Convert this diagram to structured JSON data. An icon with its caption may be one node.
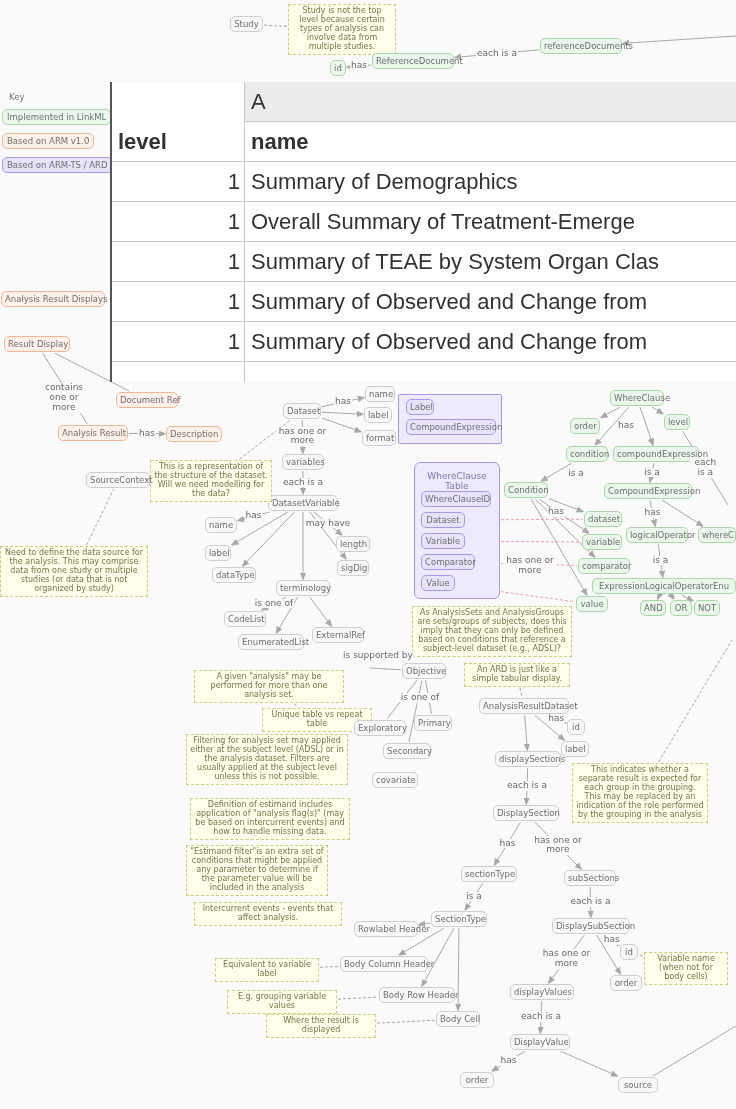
{
  "diagram": {
    "nodes": [
      {
        "text": [
          "Study"
        ]
      },
      {
        "text": [
          "Study is not the top level because certain types of analysis can involve data from multiple studies."
        ]
      },
      {
        "text": [
          "referenceDocuments"
        ]
      },
      {
        "text": [
          "ReferenceDocument"
        ]
      },
      {
        "text": [
          "id"
        ]
      },
      {
        "text": [
          "Analysis Result Displays"
        ]
      },
      {
        "text": [
          "Result Display"
        ]
      },
      {
        "text": [
          "Document Ref"
        ]
      },
      {
        "text": [
          "Analysis Result"
        ]
      },
      {
        "text": [
          "Description"
        ]
      },
      {
        "text": [],
        "shape": "box"
      },
      {
        "text": [
          "Label"
        ],
        "in": 10
      },
      {
        "text": [
          "CompoundExpression"
        ],
        "in": 10
      },
      {
        "text": [
          "Dataset"
        ]
      },
      {
        "text": [
          "name"
        ]
      },
      {
        "text": [
          "label"
        ]
      },
      {
        "text": [
          "format"
        ]
      },
      {
        "text": [
          "variables"
        ]
      },
      {
        "text": [
          "DatasetVariable"
        ]
      },
      {
        "text": [
          "name"
        ]
      },
      {
        "text": [
          "label"
        ]
      },
      {
        "text": [
          "dataType"
        ]
      },
      {
        "text": [
          "length"
        ]
      },
      {
        "text": [
          "sigDig"
        ]
      },
      {
        "text": [
          "terminology"
        ]
      },
      {
        "text": [
          "CodeList"
        ]
      },
      {
        "text": [
          "EnumeratedList"
        ]
      },
      {
        "text": [
          "ExternalRef"
        ]
      },
      {
        "text": [
          "This is a representation of the structure of the dataset. Will we need modelling for the data?"
        ]
      },
      {
        "text": [
          "SourceContext"
        ]
      },
      {
        "text": [
          "Need to define the data source for the analysis.  This may comprise data from one study or multiple studies (or data that is not organized by study)"
        ]
      },
      {
        "text": [
          "WhereClause"
        ]
      },
      {
        "text": [
          "order"
        ]
      },
      {
        "text": [
          "level"
        ]
      },
      {
        "text": [
          "condition"
        ]
      },
      {
        "text": [
          "compoundExpression"
        ]
      },
      {
        "text": [
          "Condition"
        ]
      },
      {
        "text": [
          "CompoundExpression"
        ]
      },
      {
        "text": [
          "dataset"
        ]
      },
      {
        "text": [
          "variable"
        ]
      },
      {
        "text": [
          "comparator"
        ]
      },
      {
        "text": [
          "value"
        ]
      },
      {
        "text": [
          "logicalOperator"
        ]
      },
      {
        "text": [
          "whereC"
        ]
      },
      {
        "text": [
          "ExpressionLogicalOperatorEnu"
        ]
      },
      {
        "text": [
          "AND"
        ]
      },
      {
        "text": [
          "OR"
        ]
      },
      {
        "text": [
          "NOT"
        ]
      },
      {
        "text": [
          "WhereClause Table"
        ]
      },
      {
        "text": [
          "WhereClauseID"
        ],
        "in": 48
      },
      {
        "text": [
          "Dataset"
        ],
        "in": 48
      },
      {
        "text": [
          "Variable"
        ],
        "in": 48
      },
      {
        "text": [
          "Comparator"
        ],
        "in": 48
      },
      {
        "text": [
          "Value"
        ],
        "in": 48
      },
      {
        "text": [
          "As AnalysisSets and AnalysisGroups are sets/groups of subjects, does this imply that they can only be defined based on conditions that reference a subject-level dataset (e.g., ADSL)?"
        ]
      },
      {
        "text": [
          "A given \"analysis\" may be performed for more than one analysis set."
        ]
      },
      {
        "text": [
          "Unique table vs repeat table"
        ]
      },
      {
        "text": [
          "Filtering for analysis set may applied either at the subject level (ADSL) or in the analysis dataset.  Filters are usually applied at the subject level unless this is not possible."
        ]
      },
      {
        "text": [
          "Definition of estimand includes application of \"analysis flag(s)\" (may be based on intercurrent events) and how to handle missing data."
        ]
      },
      {
        "text": [
          "\"Estimand filter\"is an extra set of conditions that might be applied any parameter to determine if the parameter value will be included in the analysis"
        ]
      },
      {
        "text": [
          "Intercurrent events - events that affect analysis."
        ]
      },
      {
        "text": [
          "Objective"
        ]
      },
      {
        "text": [
          "Exploratory"
        ]
      },
      {
        "text": [
          "Primary"
        ]
      },
      {
        "text": [
          "Secondary"
        ]
      },
      {
        "text": [
          "covariate"
        ]
      },
      {
        "text": [
          "An ARD is just like a simple tabular display."
        ]
      },
      {
        "text": [
          "AnalysisResultDataset"
        ]
      },
      {
        "text": [
          "id"
        ]
      },
      {
        "text": [
          "label"
        ]
      },
      {
        "text": [
          "displaySections"
        ]
      },
      {
        "text": [
          "DisplaySection"
        ]
      },
      {
        "text": [
          "sectionType"
        ]
      },
      {
        "text": [
          "subSections"
        ]
      },
      {
        "text": [
          "SectionType"
        ]
      },
      {
        "text": [
          "Rowlabel Header"
        ]
      },
      {
        "text": [
          "Body Column Header"
        ]
      },
      {
        "text": [
          "Body Row Header"
        ]
      },
      {
        "text": [
          "Body Cell"
        ]
      },
      {
        "text": [
          "Equivalent to variable label"
        ]
      },
      {
        "text": [
          "E.g. grouping variable values"
        ]
      },
      {
        "text": [
          "Where the result is displayed"
        ]
      },
      {
        "text": [
          "DisplaySubSection"
        ]
      },
      {
        "text": [
          "id"
        ]
      },
      {
        "text": [
          "order"
        ]
      },
      {
        "text": [
          "Variable name (when not for body cells)"
        ]
      },
      {
        "text": [
          "displayValues"
        ]
      },
      {
        "text": [
          "DisplayValue"
        ]
      },
      {
        "text": [
          "order"
        ]
      },
      {
        "text": [
          "source"
        ]
      },
      {
        "text": [
          "This indicates whether a separate result is expected for each group in the grouping. This may be replaced by an indication of the role performed by the grouping in the analysis"
        ]
      }
    ],
    "edges": [
      {
        "from": 0,
        "to": 1,
        "arrow": "none",
        "style": "dashed"
      },
      {
        "from": null,
        "to": 2,
        "arrow": "to"
      },
      {
        "from": 2,
        "to": 3,
        "arrow": "to",
        "label": "each is a"
      },
      {
        "from": 3,
        "to": 4,
        "arrow": "to",
        "label": "has"
      },
      {
        "from": 6,
        "to": 7,
        "arrow": "none"
      },
      {
        "from": 6,
        "to": 8,
        "arrow": "none",
        "label": "contains one or more"
      },
      {
        "from": 8,
        "to": 9,
        "arrow": "to",
        "label": "has"
      },
      {
        "from": 13,
        "to": 14,
        "arrow": "to",
        "label": "has"
      },
      {
        "from": 13,
        "to": 15,
        "arrow": "to"
      },
      {
        "from": 13,
        "to": 16,
        "arrow": "to"
      },
      {
        "from": 13,
        "to": 17,
        "arrow": "to",
        "label": "has one or more"
      },
      {
        "from": 17,
        "to": 18,
        "arrow": "to",
        "label": "each is a"
      },
      {
        "from": 18,
        "to": 19,
        "arrow": "to",
        "label": "has"
      },
      {
        "from": 18,
        "to": 20,
        "arrow": "to"
      },
      {
        "from": 18,
        "to": 21,
        "arrow": "to"
      },
      {
        "from": 18,
        "to": 22,
        "arrow": "to",
        "label": "may have"
      },
      {
        "from": 18,
        "to": 23,
        "arrow": "to"
      },
      {
        "from": 18,
        "to": 24,
        "arrow": "to"
      },
      {
        "from": 24,
        "to": 25,
        "arrow": "to",
        "label": "is one of"
      },
      {
        "from": 24,
        "to": 26,
        "arrow": "to"
      },
      {
        "from": 24,
        "to": 27,
        "arrow": "to"
      },
      {
        "from": 28,
        "to": 13,
        "arrow": "none",
        "style": "dashed"
      },
      {
        "from": 30,
        "to": 29,
        "arrow": "none",
        "style": "dashed"
      },
      {
        "from": 31,
        "to": 32,
        "arrow": "to",
        "label": "has"
      },
      {
        "from": 31,
        "to": 33,
        "arrow": "to"
      },
      {
        "from": 31,
        "to": 34,
        "arrow": "to"
      },
      {
        "from": 31,
        "to": 35,
        "arrow": "to"
      },
      {
        "from": 33,
        "to": null,
        "arrow": "none",
        "label": "each is a"
      },
      {
        "from": 34,
        "to": 36,
        "arrow": "to",
        "label": "is a"
      },
      {
        "from": 36,
        "to": 38,
        "arrow": "to"
      },
      {
        "from": 36,
        "to": 39,
        "arrow": "to",
        "label": "has"
      },
      {
        "from": 36,
        "to": 40,
        "arrow": "to"
      },
      {
        "from": 36,
        "to": 41,
        "arrow": "to",
        "label": "has one or more"
      },
      {
        "from": 35,
        "to": 37,
        "arrow": "to",
        "label": "is a"
      },
      {
        "from": 37,
        "to": 42,
        "arrow": "to",
        "label": "has"
      },
      {
        "from": 37,
        "to": 43,
        "arrow": "to"
      },
      {
        "from": 42,
        "to": 44,
        "arrow": "to",
        "label": "is a"
      },
      {
        "from": 44,
        "to": 45,
        "arrow": "to"
      },
      {
        "from": 44,
        "to": 46,
        "arrow": "to"
      },
      {
        "from": 44,
        "to": 47,
        "arrow": "to"
      },
      {
        "from": 50,
        "to": 38,
        "arrow": "none",
        "style": "dashed",
        "color": "#f0a0a0"
      },
      {
        "from": 51,
        "to": 39,
        "arrow": "none",
        "style": "dashed",
        "color": "#f0a0a0"
      },
      {
        "from": 52,
        "to": 40,
        "arrow": "none",
        "style": "dashed",
        "color": "#f0a0a0"
      },
      {
        "from": 53,
        "to": 41,
        "arrow": "none",
        "style": "dashed",
        "color": "#f0a0a0"
      },
      {
        "from": 55,
        "to": 56,
        "arrow": "none",
        "style": "dashed"
      },
      {
        "from": 61,
        "to": null,
        "arrow": "none",
        "label": "is supported by"
      },
      {
        "from": 61,
        "to": 62,
        "arrow": "none",
        "label": "is one of"
      },
      {
        "from": 61,
        "to": 63,
        "arrow": "none"
      },
      {
        "from": 61,
        "to": 64,
        "arrow": "none"
      },
      {
        "from": 66,
        "to": 67,
        "arrow": "none",
        "style": "dashed"
      },
      {
        "from": 67,
        "to": 68,
        "arrow": "to",
        "label": "has"
      },
      {
        "from": 67,
        "to": 69,
        "arrow": "to"
      },
      {
        "from": 67,
        "to": 70,
        "arrow": "to"
      },
      {
        "from": 70,
        "to": 71,
        "arrow": "to",
        "label": "each is a"
      },
      {
        "from": 71,
        "to": 72,
        "arrow": "to",
        "label": "has"
      },
      {
        "from": 71,
        "to": 73,
        "arrow": "to",
        "label": "has one or more"
      },
      {
        "from": 72,
        "to": 74,
        "arrow": "to",
        "label": "is a"
      },
      {
        "from": 74,
        "to": 75,
        "arrow": "to"
      },
      {
        "from": 74,
        "to": 76,
        "arrow": "to"
      },
      {
        "from": 74,
        "to": 77,
        "arrow": "to"
      },
      {
        "from": 74,
        "to": 78,
        "arrow": "to"
      },
      {
        "from": 79,
        "to": 76,
        "arrow": "none",
        "style": "dashed"
      },
      {
        "from": 80,
        "to": 77,
        "arrow": "none",
        "style": "dashed"
      },
      {
        "from": 81,
        "to": 78,
        "arrow": "none",
        "style": "dashed"
      },
      {
        "from": 73,
        "to": 82,
        "arrow": "to",
        "label": "each is a"
      },
      {
        "from": 82,
        "to": 83,
        "arrow": "to",
        "label": "has"
      },
      {
        "from": 82,
        "to": 84,
        "arrow": "to"
      },
      {
        "from": 82,
        "to": 86,
        "arrow": "to",
        "label": "has one or more"
      },
      {
        "from": 85,
        "to": 83,
        "arrow": "none",
        "style": "dashed"
      },
      {
        "from": 86,
        "to": 87,
        "arrow": "to",
        "label": "each is a"
      },
      {
        "from": 87,
        "to": 88,
        "arrow": "to",
        "label": "has"
      },
      {
        "from": 87,
        "to": 89,
        "arrow": "to"
      },
      {
        "from": 89,
        "to": null,
        "arrow": "none"
      },
      {
        "from": 90,
        "to": null,
        "arrow": "none",
        "style": "dashed"
      }
    ],
    "labels": [
      "Key",
      "A",
      "level",
      "name",
      "1",
      "Summary of Demographics",
      "1",
      "Overall Summary of Treatment-Emerge",
      "1",
      "Summary of TEAE by System Organ Clas",
      "1",
      "Summary of Observed and Change from",
      "1",
      "Summary of Observed and Change from"
    ],
    "legend": [
      {
        "text": "Implemented in LinkML",
        "color": "#eaf7ea"
      },
      {
        "text": "Based on ARM v1.0",
        "color": "#fdf1ea"
      },
      {
        "text": "Based on ARM-TS / ARD",
        "color": "#e6e3fb"
      }
    ]
  }
}
